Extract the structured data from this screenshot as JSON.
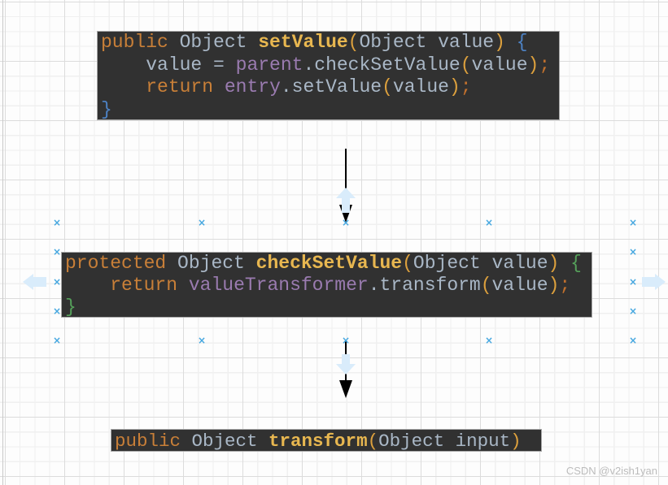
{
  "canvas": {
    "watermark": "CSDN @v2ish1yan",
    "grid": {
      "bg": "#fdfdfd",
      "minor_color": "#f0f0f0",
      "major_color": "#dcdcdc"
    }
  },
  "block_style": {
    "bg": "#313131",
    "border": "#a8a8a8"
  },
  "palette": {
    "kw": "#c87f38",
    "tx": "#a9b7c6",
    "mth": "#e8b750",
    "par": "#dca03d",
    "fld": "#9a7bb0",
    "semi": "#c0702d",
    "b1": "#4d82c4",
    "b2": "#55a05a"
  },
  "markers": {
    "glyph": "×",
    "color": "#45a7e0",
    "hint_color": "#d9ecfb"
  },
  "blocks": [
    {
      "name": "setValue method",
      "lines": [
        [
          {
            "t": "public",
            "c": "kw"
          },
          {
            "t": " Object ",
            "c": "tx"
          },
          {
            "t": "setValue",
            "c": "mth"
          },
          {
            "t": "(",
            "c": "par"
          },
          {
            "t": "Object value",
            "c": "tx"
          },
          {
            "t": ")",
            "c": "par"
          },
          {
            "t": " ",
            "c": "tx"
          },
          {
            "t": "{",
            "c": "b1"
          }
        ],
        [
          {
            "t": "    value = ",
            "c": "tx"
          },
          {
            "t": "parent",
            "c": "fld"
          },
          {
            "t": ".checkSetValue",
            "c": "tx"
          },
          {
            "t": "(",
            "c": "par"
          },
          {
            "t": "value",
            "c": "tx"
          },
          {
            "t": ")",
            "c": "par"
          },
          {
            "t": ";",
            "c": "semi"
          }
        ],
        [
          {
            "t": "    ",
            "c": "tx"
          },
          {
            "t": "return",
            "c": "kw"
          },
          {
            "t": " ",
            "c": "tx"
          },
          {
            "t": "entry",
            "c": "fld"
          },
          {
            "t": ".setValue",
            "c": "tx"
          },
          {
            "t": "(",
            "c": "par"
          },
          {
            "t": "value",
            "c": "tx"
          },
          {
            "t": ")",
            "c": "par"
          },
          {
            "t": ";",
            "c": "semi"
          }
        ],
        [
          {
            "t": "}",
            "c": "b1"
          }
        ]
      ]
    },
    {
      "name": "checkSetValue method",
      "lines": [
        [
          {
            "t": "protected",
            "c": "kw"
          },
          {
            "t": " Object ",
            "c": "tx"
          },
          {
            "t": "checkSetValue",
            "c": "mth"
          },
          {
            "t": "(",
            "c": "par"
          },
          {
            "t": "Object value",
            "c": "tx"
          },
          {
            "t": ")",
            "c": "par"
          },
          {
            "t": " ",
            "c": "tx"
          },
          {
            "t": "{",
            "c": "b2"
          }
        ],
        [
          {
            "t": "    ",
            "c": "tx"
          },
          {
            "t": "return",
            "c": "kw"
          },
          {
            "t": " ",
            "c": "tx"
          },
          {
            "t": "valueTransformer",
            "c": "fld"
          },
          {
            "t": ".transform",
            "c": "tx"
          },
          {
            "t": "(",
            "c": "par"
          },
          {
            "t": "value",
            "c": "tx"
          },
          {
            "t": ")",
            "c": "par"
          },
          {
            "t": ";",
            "c": "semi"
          }
        ],
        [
          {
            "t": "}",
            "c": "b2"
          }
        ]
      ]
    },
    {
      "name": "transform method",
      "lines": [
        [
          {
            "t": "public",
            "c": "kw"
          },
          {
            "t": " Object ",
            "c": "tx"
          },
          {
            "t": "transform",
            "c": "mth"
          },
          {
            "t": "(",
            "c": "par"
          },
          {
            "t": "Object input",
            "c": "tx"
          },
          {
            "t": ")",
            "c": "par"
          }
        ]
      ]
    }
  ]
}
